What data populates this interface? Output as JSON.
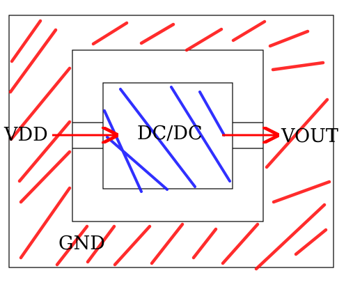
{
  "labels": {
    "vdd": "VDD",
    "dcdc": "DC/DC",
    "vout": "VOUT",
    "gnd": "GND"
  },
  "colors": {
    "outline": "#000000",
    "arrow": "#ff0000",
    "outer_hatch": "#ff1010",
    "inner_hatch": "#1a1aff",
    "background": "#ffffff"
  },
  "hatching": {
    "outer_region": "red-diagonal",
    "core_region": "blue-diagonal"
  }
}
